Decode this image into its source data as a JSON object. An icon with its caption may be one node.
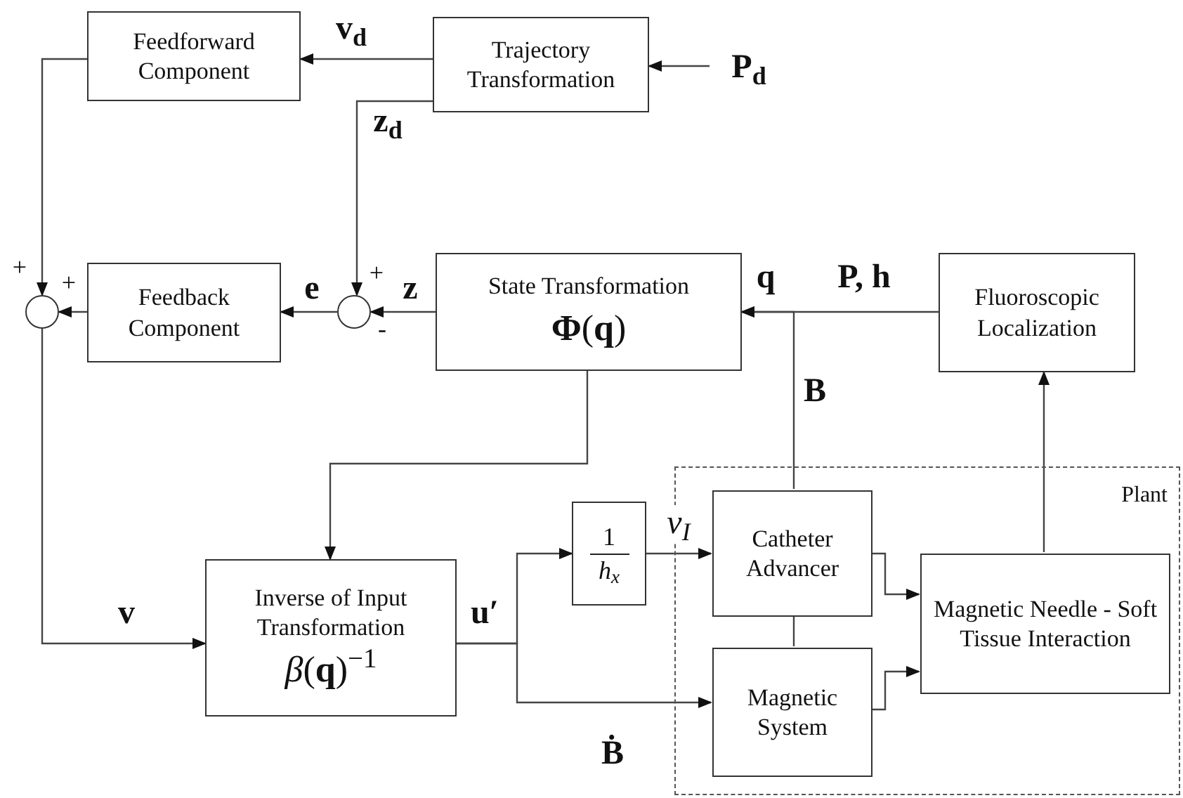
{
  "diagram": {
    "nodes": [
      {
        "text": [
          "Feedforward Component"
        ]
      },
      {
        "text": [
          "Trajectory Transformation"
        ]
      },
      {
        "text": [
          "P$_{d}$"
        ]
      },
      {
        "text": [],
        "shape": "circle"
      },
      {
        "text": [
          "Feedback Component"
        ]
      },
      {
        "text": [],
        "shape": "circle"
      },
      {
        "text": [
          "State Transformation",
          "**Φ**(**q**)"
        ]
      },
      {
        "text": [
          "Fluoroscopic Localization"
        ]
      },
      {
        "text": [
          "Plant"
        ]
      },
      {
        "text": [
          "Inverse of Input Transformation",
          "*β*(**q**)$^{−1}$"
        ]
      },
      {
        "text": [
          "1",
          "h$_{x}$"
        ]
      },
      {
        "text": [
          "Catheter Advancer"
        ],
        "in": 8
      },
      {
        "text": [
          "Magnetic System"
        ],
        "in": 8
      },
      {
        "text": [
          "Magnetic Needle - Soft Tissue Interaction"
        ],
        "in": 8
      }
    ],
    "edges": [
      {
        "from": 1,
        "to": 0,
        "arrow": "to",
        "label": "v$_{d}$"
      },
      {
        "from": 2,
        "to": 1,
        "arrow": "to"
      },
      {
        "from": 1,
        "to": 5,
        "arrow": "to",
        "label": "z$_{d}$"
      },
      {
        "from": 0,
        "to": 3,
        "arrow": "to"
      },
      {
        "from": 4,
        "to": 3,
        "arrow": "to"
      },
      {
        "from": 5,
        "to": 4,
        "arrow": "to",
        "label": "e"
      },
      {
        "from": 6,
        "to": 5,
        "arrow": "to",
        "label": "z"
      },
      {
        "from": 7,
        "to": 6,
        "arrow": "to",
        "label": "P, h"
      },
      {
        "from": 11,
        "to": 6,
        "arrow": "to",
        "label": "B"
      },
      {
        "from": 6,
        "to": 9,
        "arrow": "to"
      },
      {
        "from": 3,
        "to": 9,
        "arrow": "to",
        "label": "v"
      },
      {
        "from": 9,
        "to": 10,
        "arrow": "to"
      },
      {
        "from": 9,
        "to": 12,
        "arrow": "to",
        "label": "Ḃ"
      },
      {
        "from": 10,
        "to": 11,
        "arrow": "to",
        "label": "v$_{I}$"
      },
      {
        "from": 11,
        "to": 12,
        "arrow": "none"
      },
      {
        "from": 11,
        "to": 13,
        "arrow": "to"
      },
      {
        "from": 12,
        "to": 13,
        "arrow": "to"
      },
      {
        "from": 13,
        "to": 7,
        "arrow": "to"
      }
    ],
    "labels": [
      "+",
      "+",
      "+",
      "-",
      "q",
      "u′"
    ]
  }
}
